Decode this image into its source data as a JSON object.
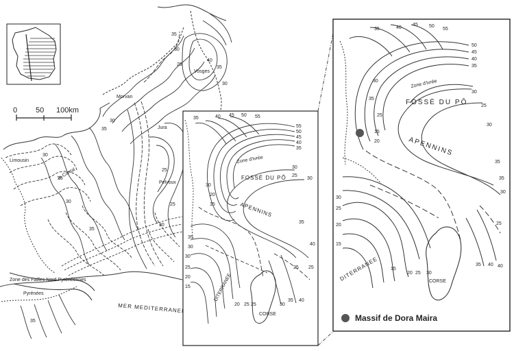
{
  "scale_bar": {
    "tick_0": "0",
    "tick_50": "50",
    "tick_100": "100km"
  },
  "left_map": {
    "places": {
      "vosges": "Vosges",
      "morvan": "Morvan",
      "limousin": "Limousin",
      "cantal": "le Cantal",
      "jura": "Jura",
      "pelvoux": "Pelvoux",
      "pyrenees": "Pyrénées",
      "sea": "MER MEDITERRANEE"
    },
    "zone_label": "Zone des Failles Nord Pyrénéennes",
    "contour_labels": [
      "35",
      "30",
      "25",
      "35",
      "30",
      "40",
      "30",
      "35",
      "30",
      "25",
      "30",
      "35",
      "25",
      "25",
      "30",
      "35"
    ]
  },
  "middle_map": {
    "zone_ivree": "Zone d'Ivrée",
    "fosse_du_po": "FOSSÈ DU PÔ",
    "apennins": "APENNINS",
    "corse": "CORSE",
    "mediterranee": "DITERRANEE",
    "contour_labels_top": [
      "35",
      "40",
      "45",
      "50",
      "55"
    ],
    "contour_labels_stack": [
      "55",
      "50",
      "45",
      "40",
      "35"
    ],
    "contour_labels_other": [
      "30",
      "25",
      "30",
      "35",
      "40",
      "25",
      "30",
      "20",
      "15",
      "30",
      "25",
      "20",
      "15",
      "35",
      "30",
      "25",
      "20",
      "25",
      "30",
      "35",
      "40",
      "25"
    ]
  },
  "right_map": {
    "zone_ivree": "Zone d'Ivrée",
    "fosse_du_po": "FOSSÈ DU PÔ",
    "apennins": "APENNINS",
    "corse": "CORSE",
    "mediterranee": "DITERRANEE",
    "contour_labels_top": [
      "35",
      "40",
      "45",
      "50",
      "55"
    ],
    "contour_labels_stack": [
      "50",
      "45",
      "40",
      "35"
    ],
    "contour_labels_other": [
      "30",
      "25",
      "30",
      "35",
      "40",
      "15",
      "20",
      "25",
      "30",
      "35",
      "30",
      "25",
      "20",
      "15",
      "25",
      "30",
      "35",
      "40",
      "25",
      "20",
      "15",
      "30",
      "35"
    ]
  },
  "legend": {
    "label": "Massif de Dora Maira",
    "marker_color": "#555555"
  }
}
